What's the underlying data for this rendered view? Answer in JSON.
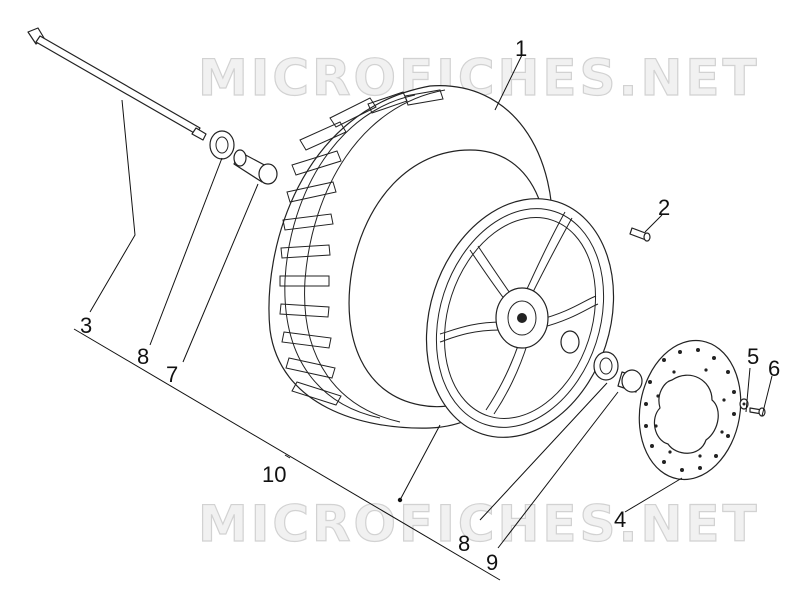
{
  "watermark": {
    "text": "MICROFICHES.NET"
  },
  "callouts": [
    {
      "id": "tire",
      "label": "1"
    },
    {
      "id": "valve",
      "label": "2"
    },
    {
      "id": "axle",
      "label": "3"
    },
    {
      "id": "brake-disc",
      "label": "4"
    },
    {
      "id": "washer",
      "label": "5"
    },
    {
      "id": "disc-screw",
      "label": "6"
    },
    {
      "id": "spacer-left",
      "label": "7"
    },
    {
      "id": "bearing-left",
      "label": "8"
    },
    {
      "id": "bearing-right",
      "label": "8"
    },
    {
      "id": "spacer-right",
      "label": "9"
    },
    {
      "id": "wheel-assembly",
      "label": "10"
    }
  ]
}
